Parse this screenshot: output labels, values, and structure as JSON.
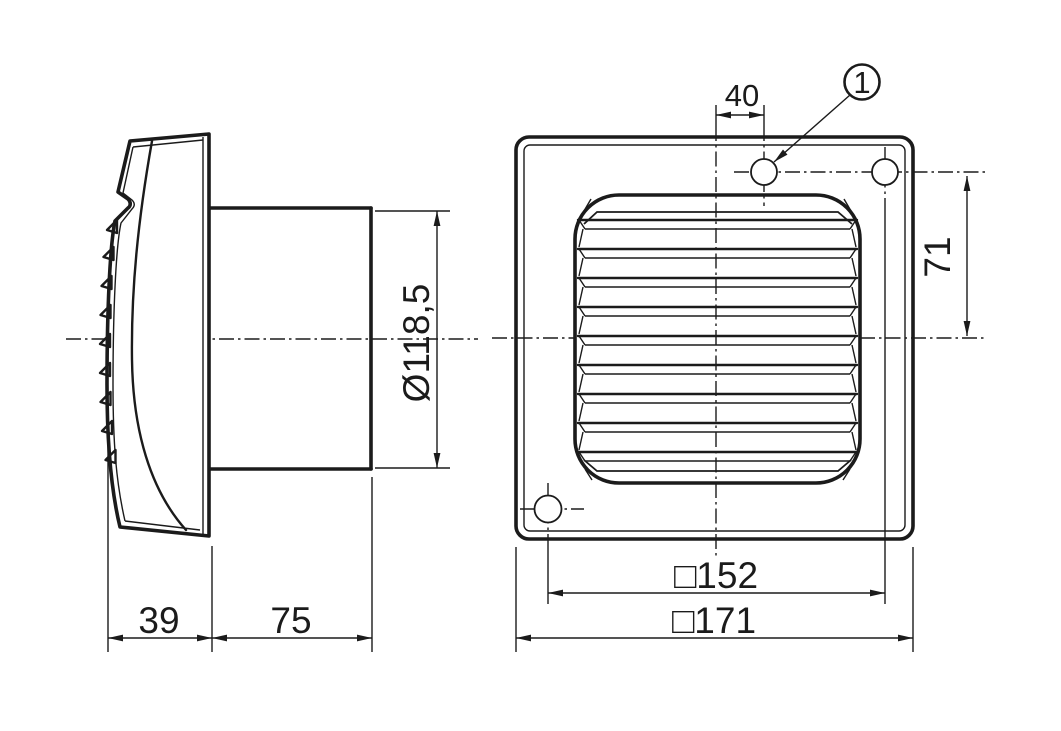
{
  "colors": {
    "line": "#1b1b1b",
    "background": "#ffffff"
  },
  "side_view": {
    "cover_depth": "39",
    "duct_length": "75",
    "duct_diameter": "Ø118,5"
  },
  "front_view": {
    "hole_offset_from_center": "40",
    "hole_to_center_vertical": "71",
    "hole_pitch_square": "□152",
    "plate_size_square": "□171",
    "callout_number": "1"
  }
}
